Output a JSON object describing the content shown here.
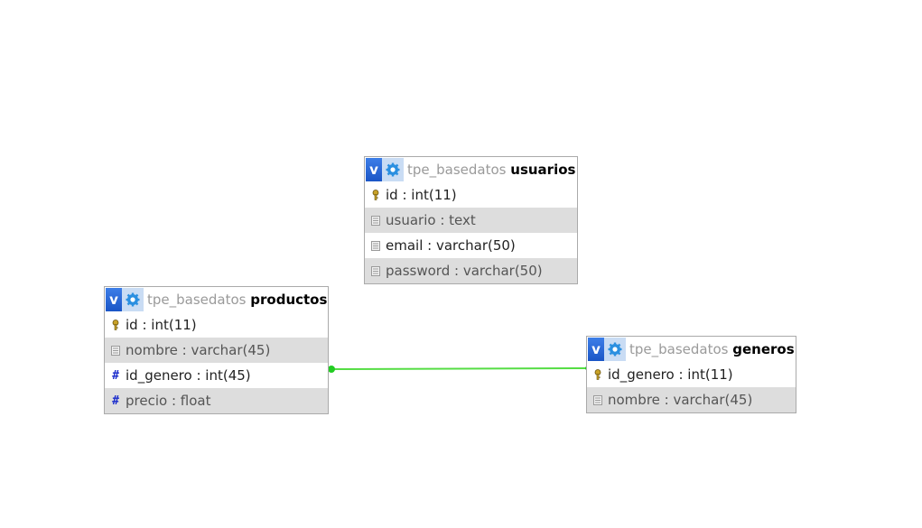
{
  "tables": {
    "usuarios": {
      "db": "tpe_basedatos",
      "name": "usuarios",
      "toggle_label": "v",
      "columns": [
        {
          "name": "id",
          "type": "int(11)",
          "icon": "key-icon"
        },
        {
          "name": "usuario",
          "type": "text",
          "icon": "column-icon"
        },
        {
          "name": "email",
          "type": "varchar(50)",
          "icon": "column-icon"
        },
        {
          "name": "password",
          "type": "varchar(50)",
          "icon": "column-icon"
        }
      ]
    },
    "productos": {
      "db": "tpe_basedatos",
      "name": "productos",
      "toggle_label": "v",
      "columns": [
        {
          "name": "id",
          "type": "int(11)",
          "icon": "key-icon"
        },
        {
          "name": "nombre",
          "type": "varchar(45)",
          "icon": "column-icon"
        },
        {
          "name": "id_genero",
          "type": "int(45)",
          "icon": "hash-icon"
        },
        {
          "name": "precio",
          "type": "float",
          "icon": "hash-icon"
        }
      ]
    },
    "generos": {
      "db": "tpe_basedatos",
      "name": "generos",
      "toggle_label": "v",
      "columns": [
        {
          "name": "id_genero",
          "type": "int(11)",
          "icon": "key-icon"
        },
        {
          "name": "nombre",
          "type": "varchar(45)",
          "icon": "column-icon"
        }
      ]
    }
  },
  "relations": [
    {
      "from_table": "productos",
      "from_column": "id_genero",
      "to_table": "generos",
      "to_column": "id_genero",
      "color": "#55dd44"
    }
  ],
  "colors": {
    "relation_line": "#55dd44",
    "toggle_button": "#2b6bd9",
    "options_button": "#c9dcf4",
    "alt_row": "#dddddd",
    "border": "#aaaaaa"
  }
}
